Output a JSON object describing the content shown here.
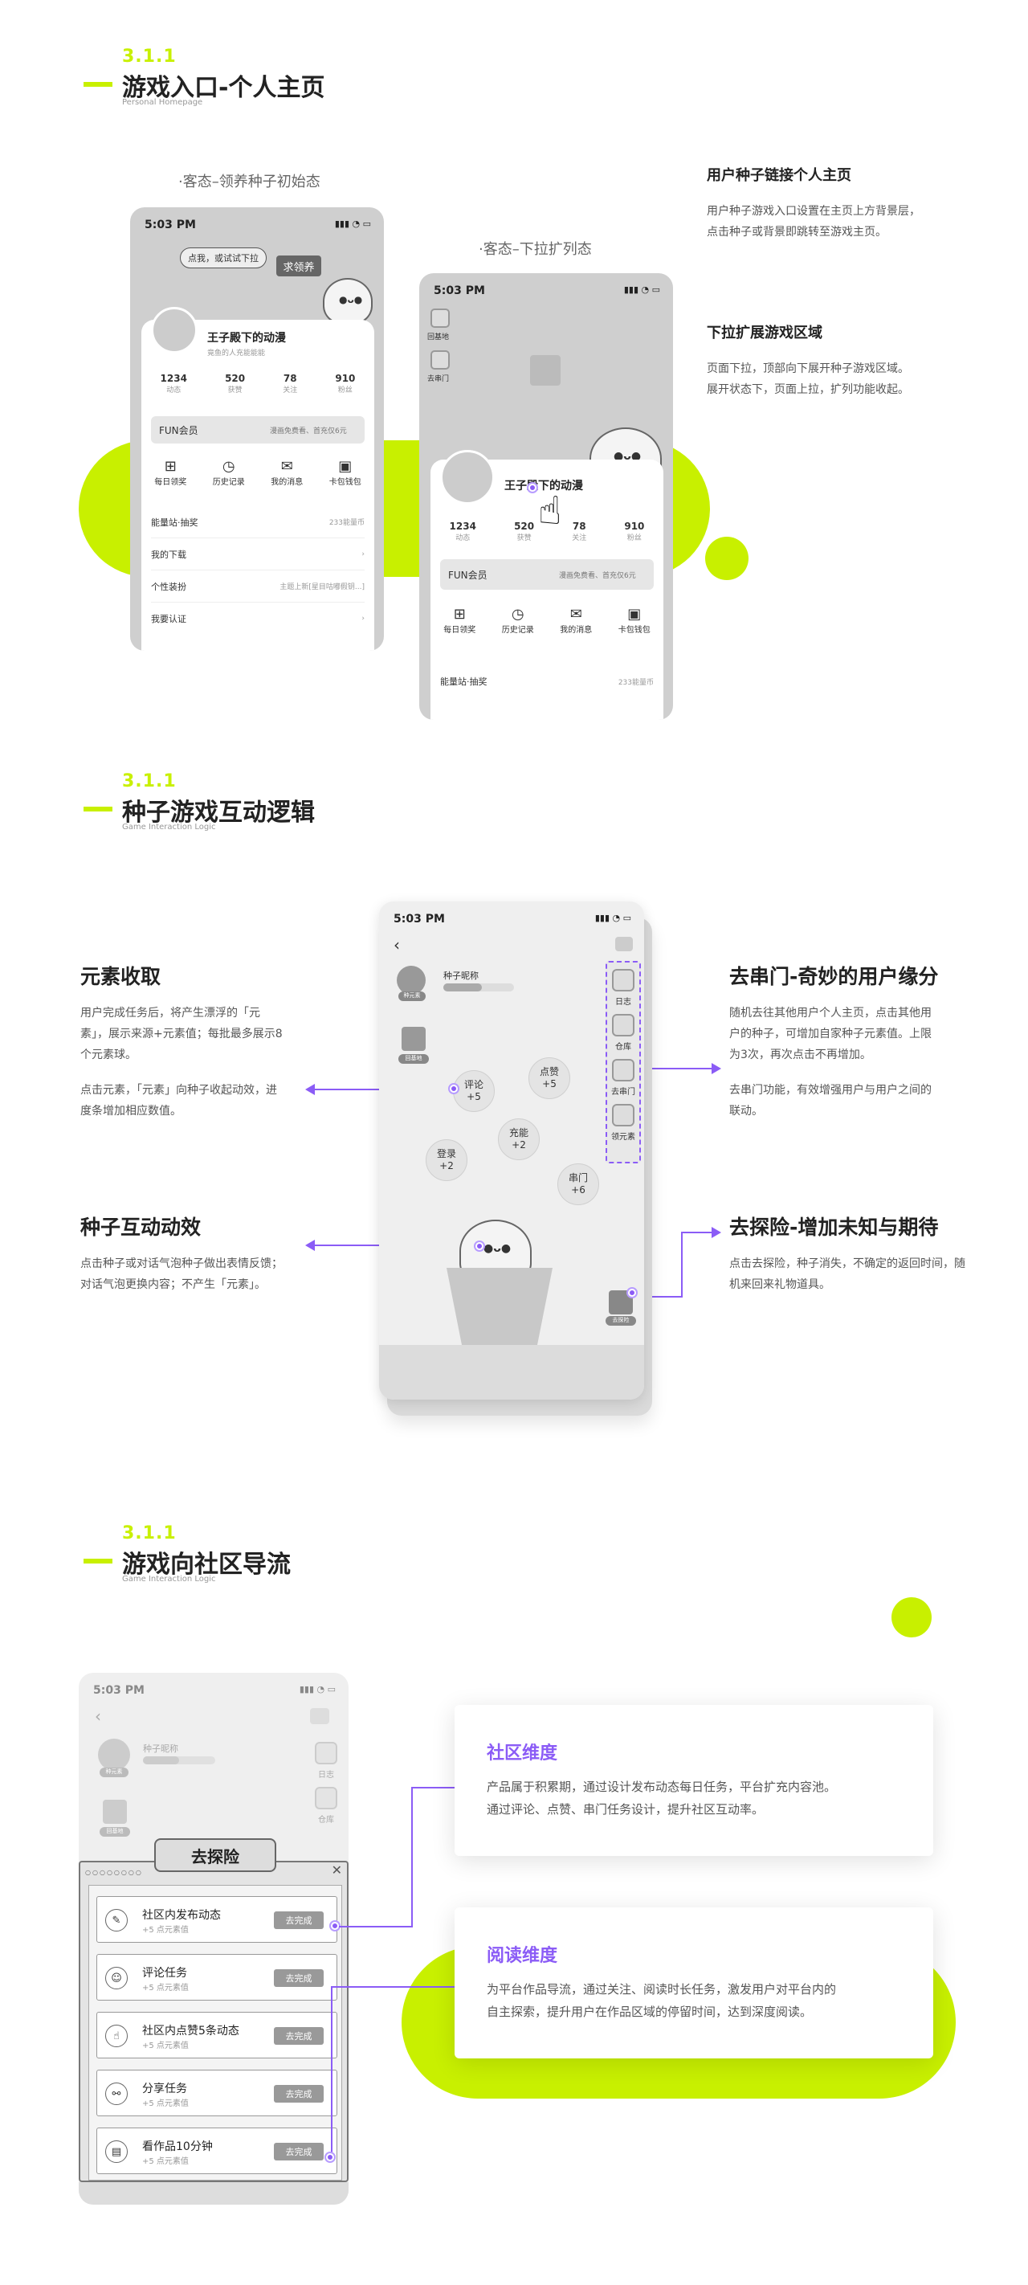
{
  "colors": {
    "accent": "#c8f000",
    "purple": "#8b5cf6"
  },
  "s1": {
    "num": "3.1.1",
    "title": "游戏入口-个人主页",
    "subtitle": "Personal Homepage",
    "cap1": "·客态–领养种子初始态",
    "cap2": "·客态–下拉扩列态",
    "h1": "用户种子链接个人主页",
    "p1a": "用户种子游戏入口设置在主页上方背景层，",
    "p1b": "点击种子或背景即跳转至游戏主页。",
    "h2": "下拉扩展游戏区域",
    "p2a": "页面下拉，顶部向下展开种子游戏区域。",
    "p2b": "展开状态下，页面上拉，扩列功能收起。",
    "time": "5:03 PM",
    "speech": "点我，或试试下拉",
    "adopt": "求领养",
    "name": "王子殿下的动漫",
    "bio": "竟鱼的人充能能能",
    "stats": [
      {
        "v": "1234",
        "l": "动态"
      },
      {
        "v": "520",
        "l": "获赞"
      },
      {
        "v": "78",
        "l": "关注"
      },
      {
        "v": "910",
        "l": "粉丝"
      }
    ],
    "vip": "FUN会员",
    "vip_tip": "漫画免费看、首充仅6元",
    "icons": [
      {
        "l": "每日领奖"
      },
      {
        "l": "历史记录"
      },
      {
        "l": "我的消息"
      },
      {
        "l": "卡包钱包"
      }
    ],
    "rows": [
      {
        "l": "能量站·抽奖",
        "r": "233能量币"
      },
      {
        "l": "我的下载",
        "r": ""
      },
      {
        "l": "个性装扮",
        "r": "主题上新[星目咕嘟假钥...]"
      },
      {
        "l": "我要认证",
        "r": ""
      }
    ],
    "p2_btn1": "回基地",
    "p2_btn2": "去串门"
  },
  "s2": {
    "num": "3.1.1",
    "title": "种子游戏互动逻辑",
    "subtitle": "Game Interaction Logic",
    "h_l1": "元素收取",
    "pl1a": "用户完成任务后，将产生漂浮的「元",
    "pl1b": "素」，展示来源+元素值；每批最多展示8",
    "pl1c": "个元素球。",
    "pl1d": "点击元素，「元素」向种子收起动效，进",
    "pl1e": "度条增加相应数值。",
    "h_l2": "种子互动动效",
    "pl2a": "点击种子或对话气泡种子做出表情反馈；",
    "pl2b": "对话气泡更换内容；不产生「元素」。",
    "h_r1": "去串门-奇妙的用户缘分",
    "pr1a": "随机去往其他用户个人主页，点击其他用",
    "pr1b": "户的种子，可增加自家种子元素值。上限",
    "pr1c": "为3次，再次点击不再增加。",
    "pr1d": "去串门功能，有效增强用户与用户之间的",
    "pr1e": "联动。",
    "h_r2": "去探险-增加未知与期待",
    "pr2a": "点击去探险，种子消失，不确定的返回时间，随",
    "pr2b": "机来回来礼物道具。",
    "time": "5:03 PM",
    "nick": "种子昵称",
    "lv": "种元素",
    "back_base": "回基地",
    "side": [
      {
        "l": "日志"
      },
      {
        "l": "仓库"
      },
      {
        "l": "去串门"
      },
      {
        "l": "领元素"
      }
    ],
    "bubbles": [
      {
        "a": "评论",
        "b": "+5"
      },
      {
        "a": "点赞",
        "b": "+5"
      },
      {
        "a": "充能",
        "b": "+2"
      },
      {
        "a": "登录",
        "b": "+2"
      },
      {
        "a": "串门",
        "b": "+6"
      }
    ],
    "explore": "去探险"
  },
  "s3": {
    "num": "3.1.1",
    "title": "游戏向社区导流",
    "subtitle": "Game Interaction Logic",
    "time": "5:03 PM",
    "nick": "种子昵称",
    "lv": "种元素",
    "back_base": "回基地",
    "side": [
      {
        "l": "日志"
      },
      {
        "l": "仓库"
      }
    ],
    "modal": "去探险",
    "tasks": [
      {
        "t": "社区内发布动态",
        "s": "+5 点元素值",
        "b": "去完成",
        "i": "✎"
      },
      {
        "t": "评论任务",
        "s": "+5 点元素值",
        "b": "去完成",
        "i": "☺"
      },
      {
        "t": "社区内点赞5条动态",
        "s": "+5 点元素值",
        "b": "去完成",
        "i": "☝"
      },
      {
        "t": "分享任务",
        "s": "+5 点元素值",
        "b": "去完成",
        "i": "⚯"
      },
      {
        "t": "看作品10分钟",
        "s": "+5 点元素值",
        "b": "去完成",
        "i": "▤"
      }
    ],
    "c1_h": "社区维度",
    "c1_a": "产品属于积累期，通过设计发布动态每日任务，平台扩充内容池。",
    "c1_b": "通过评论、点赞、串门任务设计，提升社区互动率。",
    "c2_h": "阅读维度",
    "c2_a": "为平台作品导流，通过关注、阅读时长任务，激发用户对平台内的",
    "c2_b": "自主探索，提升用户在作品区域的停留时间，达到深度阅读。"
  }
}
